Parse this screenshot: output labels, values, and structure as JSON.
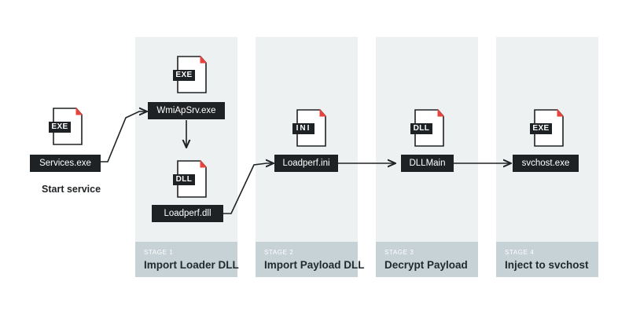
{
  "stages": [
    {
      "num": "STAGE 1",
      "title": "Import Loader DLL"
    },
    {
      "num": "STAGE 2",
      "title": "Import Payload DLL"
    },
    {
      "num": "STAGE 3",
      "title": "Decrypt Payload"
    },
    {
      "num": "STAGE 4",
      "title": "Inject to svchost"
    }
  ],
  "nodes": {
    "services": {
      "tag": "EXE",
      "label": "Services.exe"
    },
    "wmiapsrv": {
      "tag": "EXE",
      "label": "WmiApSrv.exe"
    },
    "loadperf_dll": {
      "tag": "DLL",
      "label": "Loadperf.dll"
    },
    "loadperf_ini": {
      "tag": "INI",
      "label": "Loadperf.ini"
    },
    "dllmain": {
      "tag": "DLL",
      "label": "DLLMain"
    },
    "svchost": {
      "tag": "EXE",
      "label": "svchost.exe"
    }
  },
  "caption": "Start service",
  "colors": {
    "accent": "#e8433d",
    "dark": "#1f2224",
    "stage_bg": "#eef1f2",
    "stage_footer": "#c7d2d6"
  }
}
